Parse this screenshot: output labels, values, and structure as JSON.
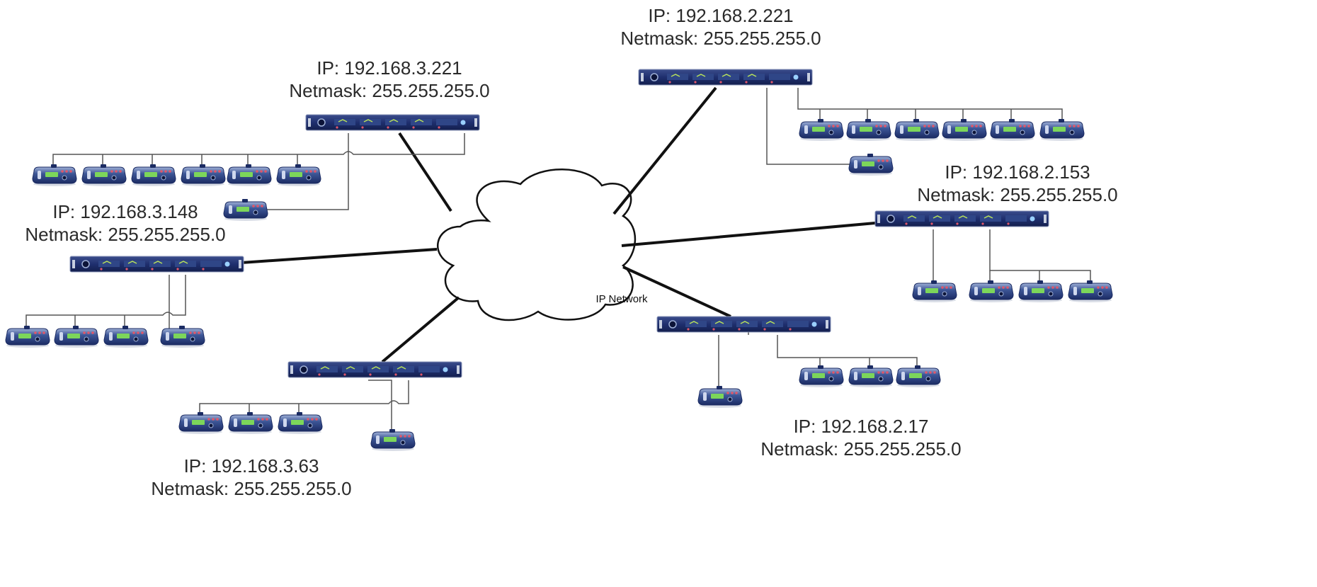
{
  "cloud": {
    "label": "IP Network"
  },
  "nodes": [
    {
      "id": "n3221",
      "ip": "IP: 192.168.3.221",
      "netmask": "Netmask: 255.255.255.0"
    },
    {
      "id": "n2221",
      "ip": "IP: 192.168.2.221",
      "netmask": "Netmask: 255.255.255.0"
    },
    {
      "id": "n3148",
      "ip": "IP: 192.168.3.148",
      "netmask": "Netmask: 255.255.255.0"
    },
    {
      "id": "n2153",
      "ip": "IP: 192.168.2.153",
      "netmask": "Netmask: 255.255.255.0"
    },
    {
      "id": "n363",
      "ip": "IP: 192.168.3.63",
      "netmask": "Netmask: 255.255.255.0"
    },
    {
      "id": "n217",
      "ip": "IP: 192.168.2.17",
      "netmask": "Netmask: 255.255.255.0"
    }
  ],
  "colors": {
    "link": "#111111",
    "wire": "#555555",
    "rack_body": "#1f2f6e",
    "rack_edge": "#a9b3c9",
    "device_body": "#27407e",
    "device_screen": "#7cd65a",
    "device_leds": "#e0576b"
  }
}
